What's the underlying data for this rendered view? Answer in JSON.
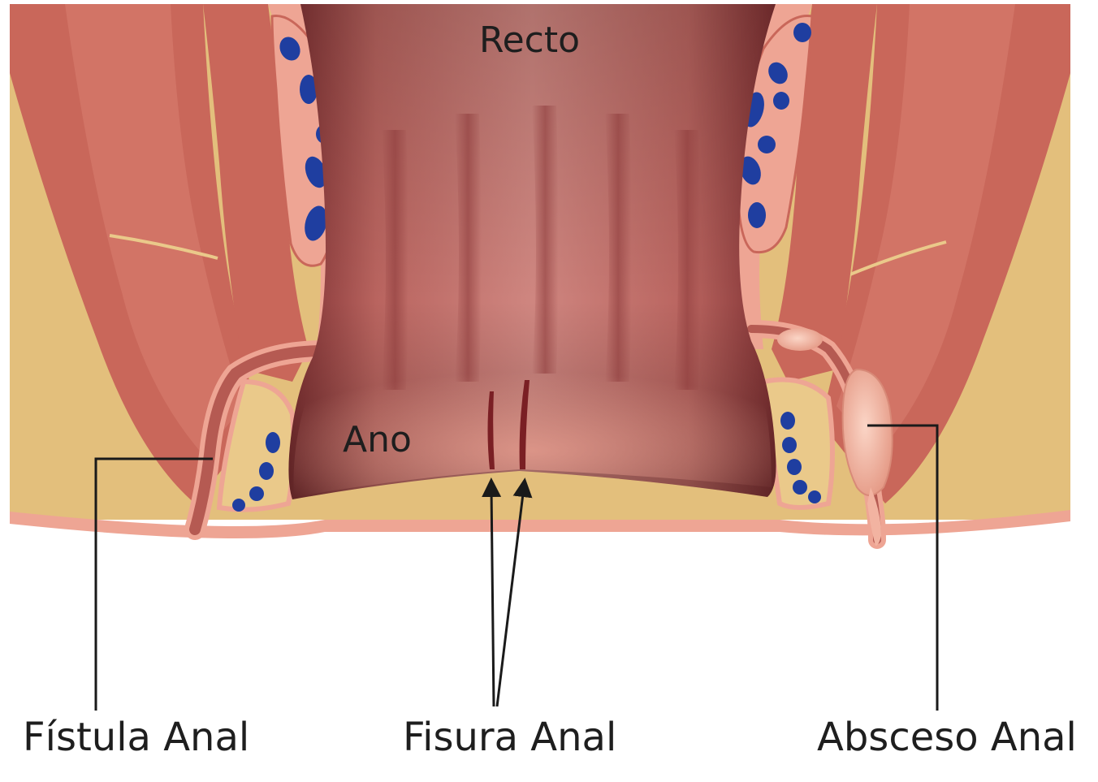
{
  "labels": {
    "rectum": "Recto",
    "anus": "Ano",
    "fistula": "Fístula Anal",
    "fissure": "Fisura Anal",
    "abscess": "Absceso Anal"
  },
  "colors": {
    "fat": "#e3bf7c",
    "muscle": "#c9675a",
    "muscle_light": "#d98071",
    "mucosa_pale": "#eea594",
    "lumen_dark": "#8a3a3a",
    "lumen_mid": "#c2716b",
    "vessel": "#1f3ea0",
    "leader": "#1a1a1a",
    "fissure": "#7a1f24",
    "abscess": "#f2b3a1"
  }
}
